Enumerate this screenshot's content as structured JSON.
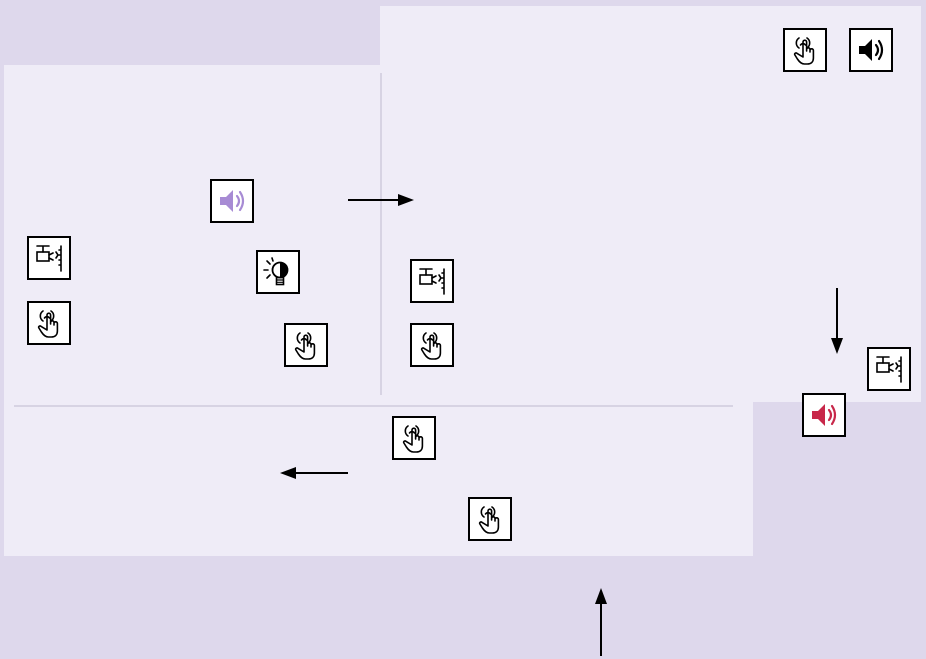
{
  "diagram": {
    "background_color": "#ded8ec",
    "panel_color": "#efecf7",
    "icons": [
      {
        "kind": "touch-icon",
        "color": "#000000"
      },
      {
        "kind": "speaker-icon",
        "color": "#000000"
      },
      {
        "kind": "speaker-icon",
        "color": "#a78bd4"
      },
      {
        "kind": "projector-icon",
        "color": "#000000"
      },
      {
        "kind": "bulb-icon",
        "color": "#000000"
      },
      {
        "kind": "touch-icon",
        "color": "#000000"
      },
      {
        "kind": "touch-icon",
        "color": "#000000"
      },
      {
        "kind": "projector-icon",
        "color": "#000000"
      },
      {
        "kind": "touch-icon",
        "color": "#000000"
      },
      {
        "kind": "projector-icon",
        "color": "#000000"
      },
      {
        "kind": "speaker-icon",
        "color": "#c8284a"
      },
      {
        "kind": "touch-icon",
        "color": "#000000"
      },
      {
        "kind": "touch-icon",
        "color": "#000000"
      }
    ],
    "arrows": [
      {
        "direction": "right"
      },
      {
        "direction": "down"
      },
      {
        "direction": "left"
      },
      {
        "direction": "up"
      }
    ]
  }
}
